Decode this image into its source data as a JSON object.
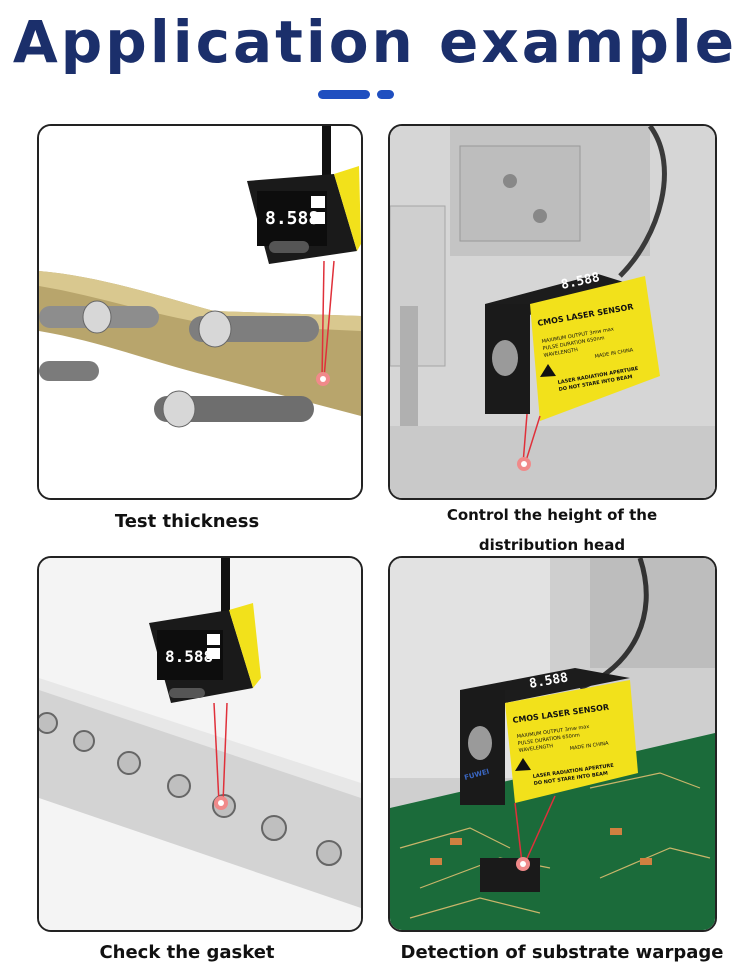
{
  "header": {
    "title": "Application example"
  },
  "colors": {
    "title": "#1b2f6b",
    "accent": "#1f4fc0",
    "sensor_yellow": "#f2e11b",
    "laser": "#e0303a"
  },
  "panels": [
    {
      "caption": "Test thickness",
      "display": "8.588",
      "icon": "sensor-on-film-rollers"
    },
    {
      "caption_lines": [
        "Control the height of the",
        "distribution head"
      ],
      "label": "CMOS LASER SENSOR",
      "spec_lines": [
        "MAXIMUM OUTPUT   3mw max",
        "PULSE DURATION   650nm",
        "WAVELENGTH"
      ],
      "made_in": "MADE IN CHINA",
      "warning_lines": [
        "LASER RADIATION APERTURE",
        "DO NOT STARE INTO BEAM"
      ],
      "display": "8.588",
      "icon": "sensor-over-dispenser"
    },
    {
      "caption": "Check the gasket",
      "display": "8.588",
      "icon": "sensor-on-gasket-strip"
    },
    {
      "caption": "Detection of substrate warpage",
      "label": "CMOS LASER SENSOR",
      "brand": "FUWEI",
      "spec_lines": [
        "MAXIMUM OUTPUT   3mw max",
        "PULSE DURATION   650nm",
        "WAVELENGTH"
      ],
      "made_in": "MADE IN CHINA",
      "warning_lines": [
        "LASER RADIATION APERTURE",
        "DO NOT STARE INTO BEAM"
      ],
      "display": "8.588",
      "icon": "sensor-over-pcb"
    }
  ]
}
